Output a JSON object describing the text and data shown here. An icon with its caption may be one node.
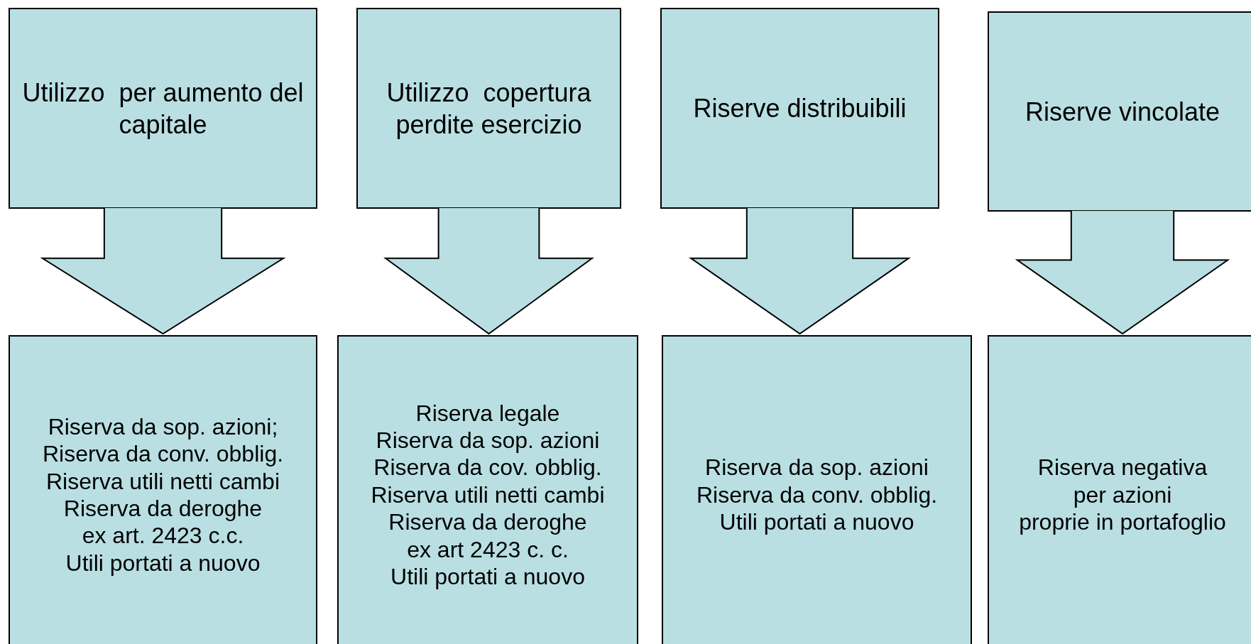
{
  "diagram": {
    "nodes": [
      {
        "text": [
          "Utilizzo  per aumento del capitale"
        ]
      },
      {
        "text": [
          "Utilizzo  copertura perdite esercizio"
        ]
      },
      {
        "text": [
          "Riserve distribuibili"
        ]
      },
      {
        "text": [
          "Riserve vincolate"
        ]
      },
      {
        "text": [
          "Riserva da sop. azioni;",
          "Riserva da conv. obblig.",
          "Riserva utili netti cambi",
          "Riserva da deroghe",
          "ex art. 2423 c.c.",
          "Utili portati a nuovo"
        ]
      },
      {
        "text": [
          "Riserva legale",
          "Riserva da sop. azioni",
          "Riserva da cov. obblig.",
          "Riserva utili netti cambi",
          "Riserva da deroghe",
          "ex art 2423 c. c.",
          "Utili portati a nuovo"
        ]
      },
      {
        "text": [
          "Riserva da sop. azioni",
          "Riserva da conv. obblig.",
          "Utili portati a nuovo"
        ]
      },
      {
        "text": [
          "Riserva negativa",
          "per azioni",
          "proprie in portafoglio"
        ]
      }
    ],
    "edges": [
      {
        "from": 0,
        "to": 4,
        "arrow": "to"
      },
      {
        "from": 1,
        "to": 5,
        "arrow": "to"
      },
      {
        "from": 2,
        "to": 6,
        "arrow": "to"
      },
      {
        "from": 3,
        "to": 7,
        "arrow": "to"
      }
    ]
  }
}
